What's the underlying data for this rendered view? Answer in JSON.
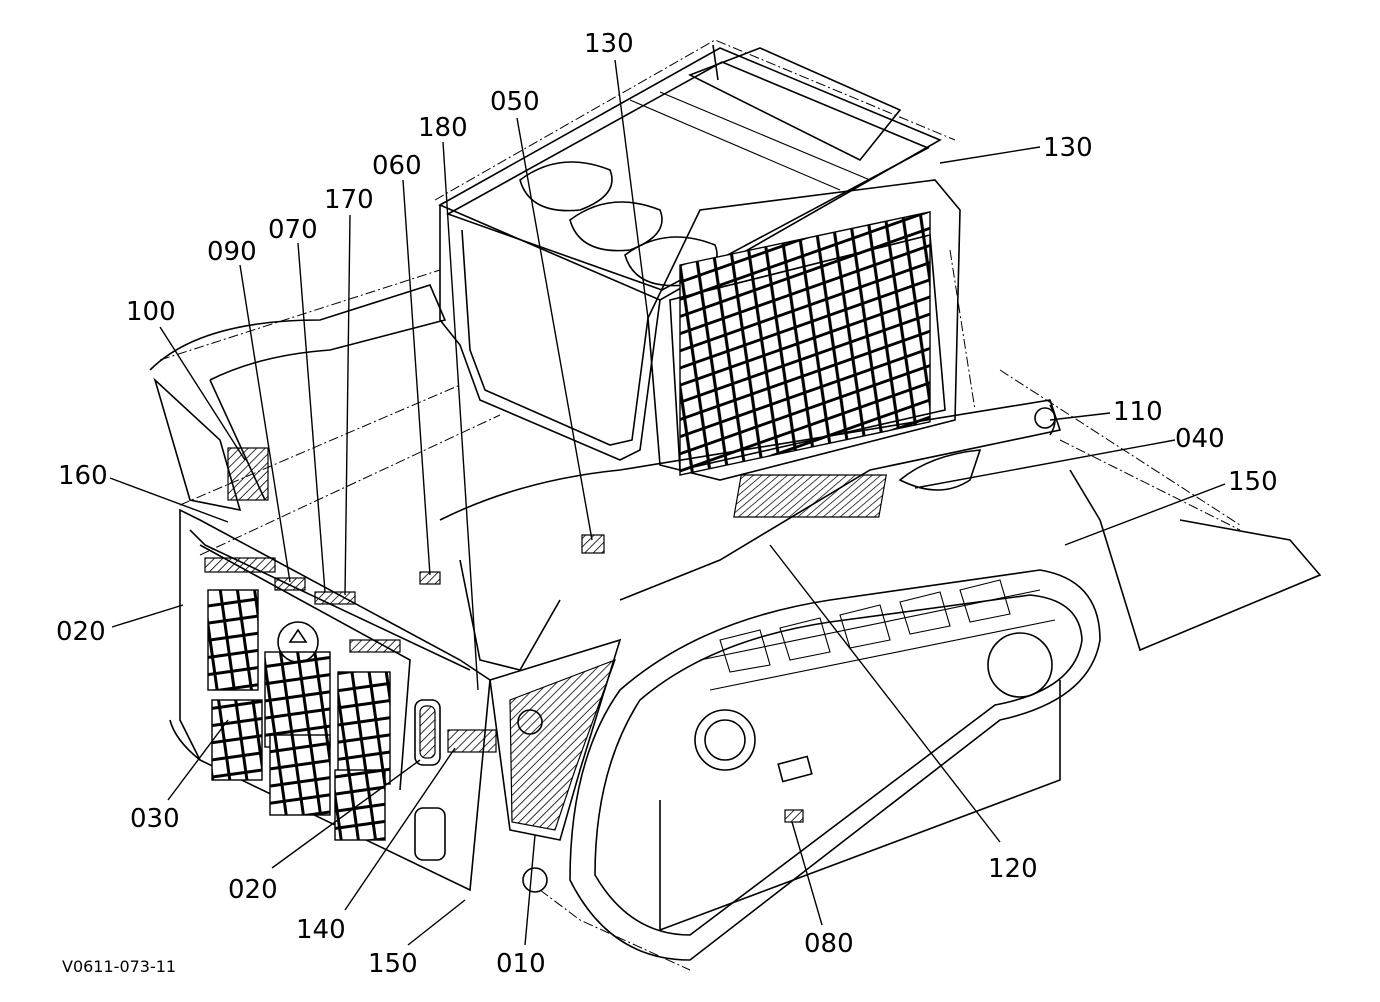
{
  "diagram": {
    "reference_code": "V0611-073-11",
    "callouts": [
      {
        "id": "c130a",
        "label": "130"
      },
      {
        "id": "c130b",
        "label": "130"
      },
      {
        "id": "c050",
        "label": "050"
      },
      {
        "id": "c180",
        "label": "180"
      },
      {
        "id": "c060",
        "label": "060"
      },
      {
        "id": "c170",
        "label": "170"
      },
      {
        "id": "c070",
        "label": "070"
      },
      {
        "id": "c090",
        "label": "090"
      },
      {
        "id": "c100",
        "label": "100"
      },
      {
        "id": "c110",
        "label": "110"
      },
      {
        "id": "c040",
        "label": "040"
      },
      {
        "id": "c150a",
        "label": "150"
      },
      {
        "id": "c160",
        "label": "160"
      },
      {
        "id": "c020a",
        "label": "020"
      },
      {
        "id": "c030",
        "label": "030"
      },
      {
        "id": "c020b",
        "label": "020"
      },
      {
        "id": "c140",
        "label": "140"
      },
      {
        "id": "c150b",
        "label": "150"
      },
      {
        "id": "c010",
        "label": "010"
      },
      {
        "id": "c080",
        "label": "080"
      },
      {
        "id": "c120",
        "label": "120"
      }
    ]
  }
}
